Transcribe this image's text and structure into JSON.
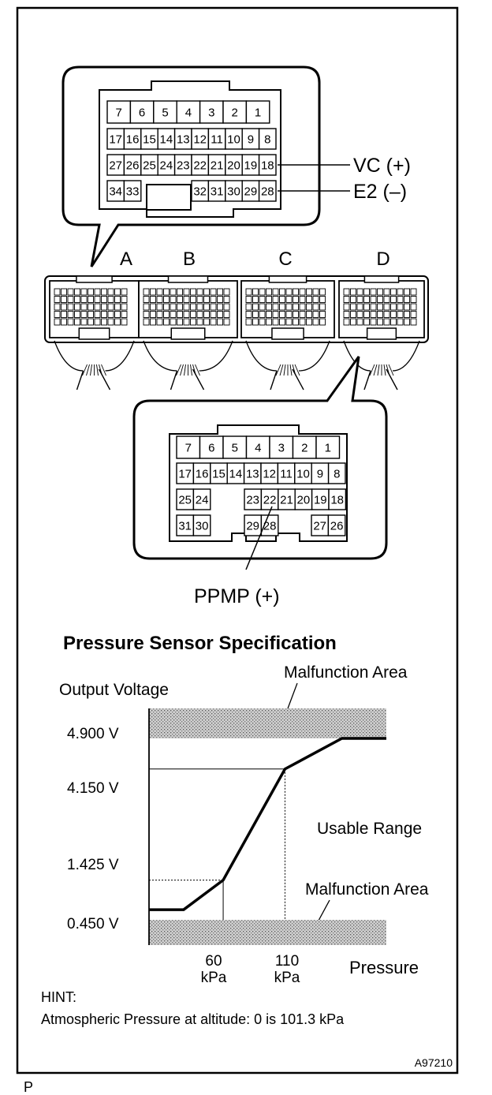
{
  "connector_top": {
    "rows": [
      [
        "7",
        "6",
        "5",
        "4",
        "3",
        "2",
        "1"
      ],
      [
        "17",
        "16",
        "15",
        "14",
        "13",
        "12",
        "11",
        "10",
        "9",
        "8"
      ],
      [
        "27",
        "26",
        "25",
        "24",
        "23",
        "22",
        "21",
        "20",
        "19",
        "18"
      ],
      [
        "34",
        "33"
      ],
      [
        "32",
        "31",
        "30",
        "29",
        "28"
      ]
    ],
    "labels": {
      "vc": "VC (+)",
      "e2": "E2 (–)"
    }
  },
  "ecu": {
    "connectors": [
      "A",
      "B",
      "C",
      "D"
    ]
  },
  "connector_bottom": {
    "rows": [
      [
        "7",
        "6",
        "5",
        "4",
        "3",
        "2",
        "1"
      ],
      [
        "17",
        "16",
        "15",
        "14",
        "13",
        "12",
        "11",
        "10",
        "9",
        "8"
      ],
      [
        "25",
        "24"
      ],
      [
        "23",
        "22",
        "21",
        "20",
        "19",
        "18"
      ],
      [
        "31",
        "30"
      ],
      [
        "29",
        "28"
      ],
      [
        "27",
        "26"
      ]
    ],
    "labels": {
      "ppmp": "PPMP (+)"
    }
  },
  "chart": {
    "title": "Pressure Sensor Specification",
    "ylabel": "Output Voltage",
    "xlabel": "Pressure",
    "y_ticks": [
      "4.900 V",
      "4.150 V",
      "1.425 V",
      "0.450 V"
    ],
    "x_ticks": [
      {
        "value": "60",
        "unit": "kPa"
      },
      {
        "value": "110",
        "unit": "kPa"
      }
    ],
    "annotations": {
      "malfunction_top": "Malfunction Area",
      "malfunction_bottom": "Malfunction Area",
      "usable": "Usable Range"
    }
  },
  "chart_data": {
    "type": "line",
    "title": "Pressure Sensor Specification",
    "xlabel": "Pressure",
    "ylabel": "Output Voltage",
    "x_unit": "kPa",
    "y_unit": "V",
    "series": [
      {
        "x": [
          28,
          60,
          110,
          156,
          192
        ],
        "y": [
          0.7,
          1.425,
          4.15,
          4.9,
          4.9
        ]
      }
    ],
    "reference_points": [
      {
        "x": 60,
        "y": 1.425
      },
      {
        "x": 110,
        "y": 4.15
      }
    ],
    "malfunction_above": 4.9,
    "malfunction_below": 0.45
  },
  "hint": {
    "title": "HINT:",
    "text": "Atmospheric Pressure at altitude: 0 is 101.3 kPa"
  },
  "footer": {
    "left": "P",
    "right": "A97210"
  }
}
